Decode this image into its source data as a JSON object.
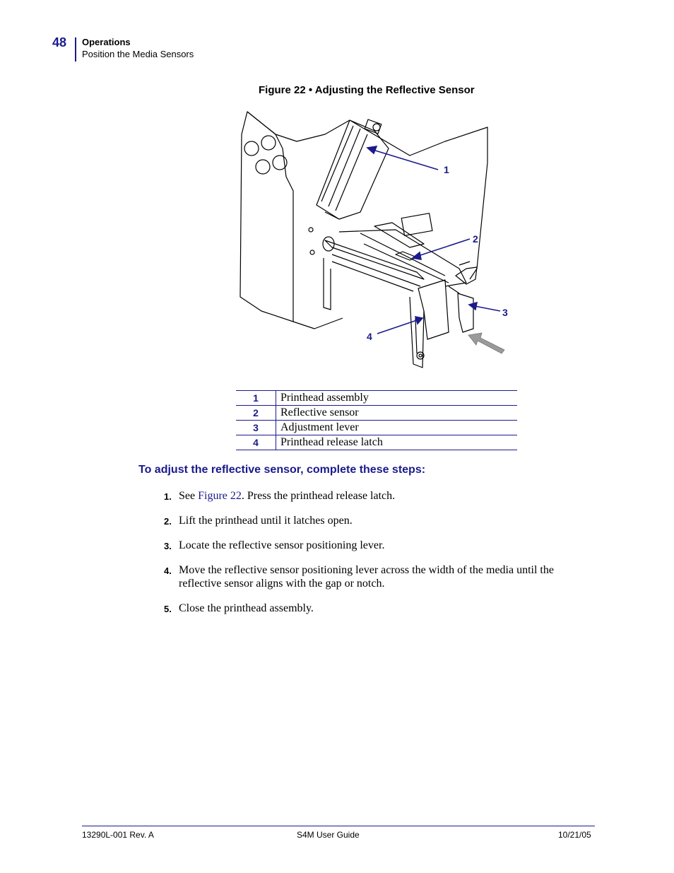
{
  "header": {
    "page_number": "48",
    "section": "Operations",
    "subsection": "Position the Media Sensors"
  },
  "figure": {
    "caption": "Figure 22 • Adjusting the Reflective Sensor",
    "callouts": [
      "1",
      "2",
      "3",
      "4"
    ]
  },
  "legend": [
    {
      "num": "1",
      "text": "Printhead assembly"
    },
    {
      "num": "2",
      "text": "Reflective sensor"
    },
    {
      "num": "3",
      "text": "Adjustment lever"
    },
    {
      "num": "4",
      "text": "Printhead release latch"
    }
  ],
  "procedure": {
    "heading": "To adjust the reflective sensor, complete these steps:",
    "steps": [
      {
        "num": "1.",
        "pre": "See ",
        "link": "Figure 22",
        "post": ". Press the printhead release latch."
      },
      {
        "num": "2.",
        "text": "Lift the printhead until it latches open."
      },
      {
        "num": "3.",
        "text": "Locate the reflective sensor positioning lever."
      },
      {
        "num": "4.",
        "text": "Move the reflective sensor positioning lever across the width of the media until the reflective sensor aligns with the gap or notch."
      },
      {
        "num": "5.",
        "text": "Close the printhead assembly."
      }
    ]
  },
  "footer": {
    "doc_id": "13290L-001 Rev. A",
    "title": "S4M User Guide",
    "date": "10/21/05"
  },
  "colors": {
    "accent": "#1a1a8c",
    "text": "#000000",
    "background": "#ffffff"
  }
}
